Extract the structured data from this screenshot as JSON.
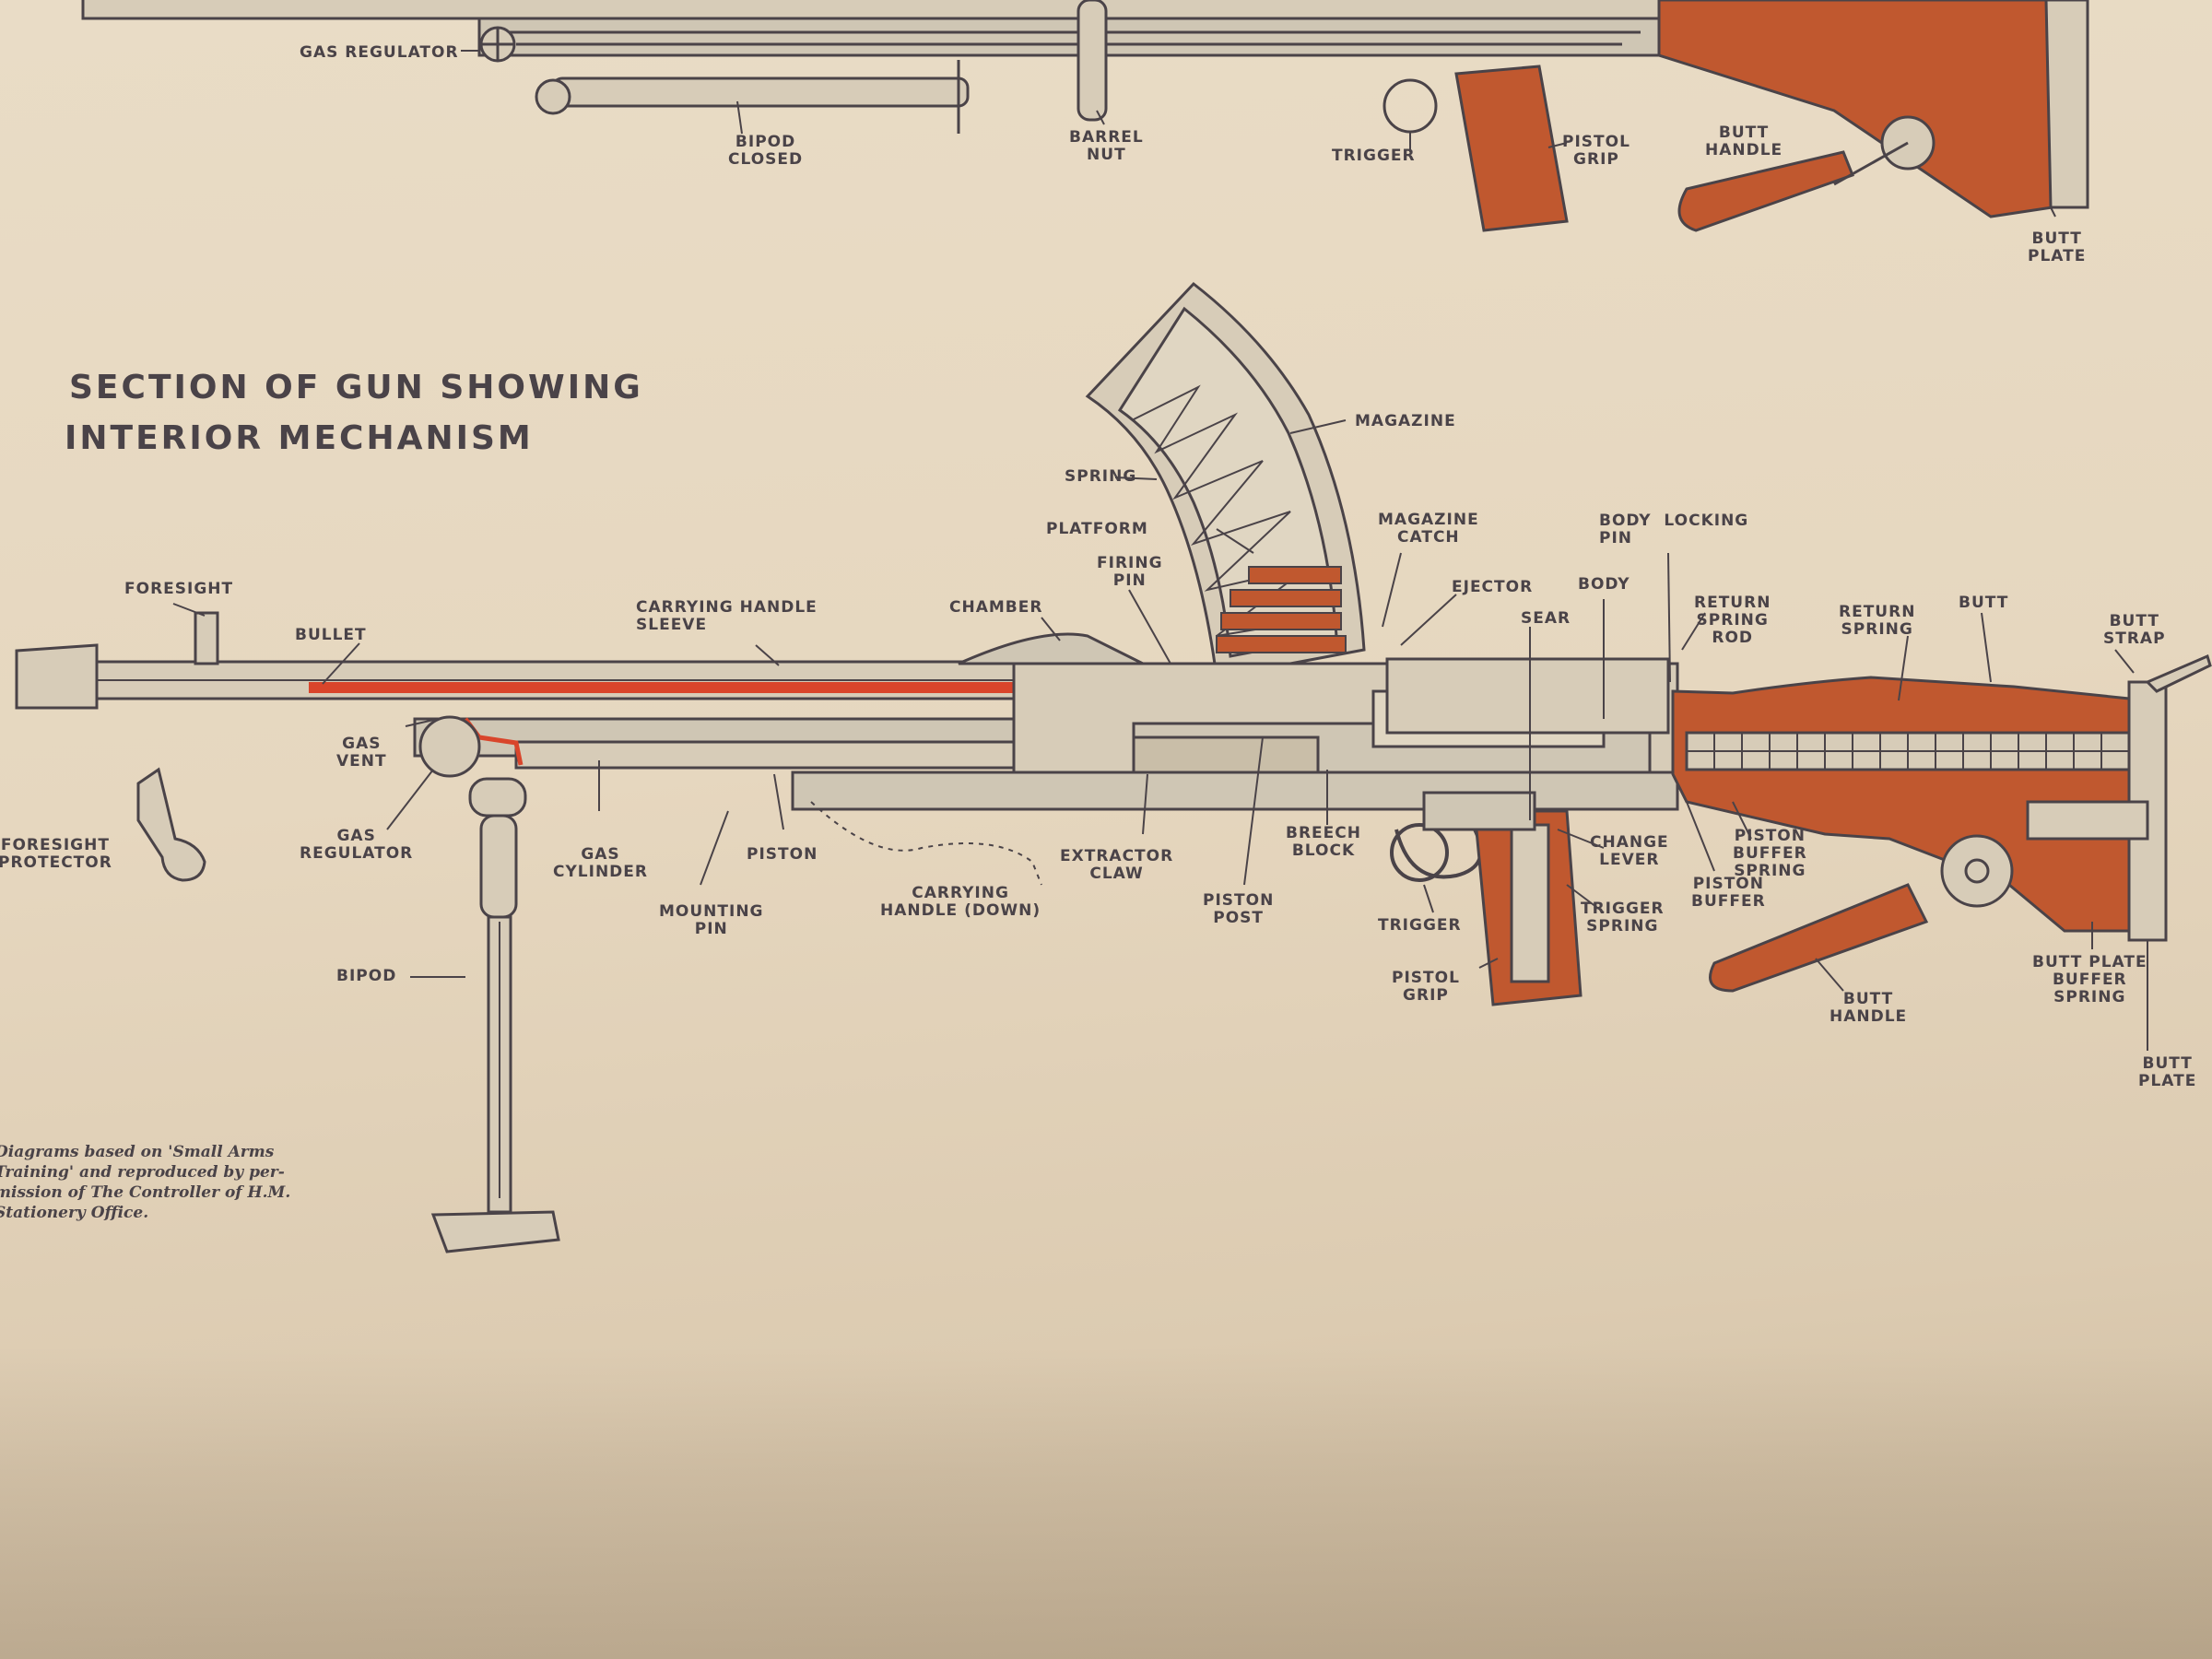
{
  "heading": {
    "line1": "SECTION OF GUN SHOWING",
    "line2": "INTERIOR MECHANISM"
  },
  "credit": {
    "lines": [
      "Diagrams based on 'Small Arms",
      "Training' and reproduced by per-",
      "mission of The Controller of H.M.",
      "Stationery Office."
    ]
  },
  "top_diagram_labels": {
    "gas_regulator": "GAS REGULATOR",
    "bipod_closed": "BIPOD\nCLOSED",
    "barrel_nut": "BARREL\nNUT",
    "trigger": "TRIGGER",
    "pistol_grip": "PISTOL\nGRIP",
    "butt_handle": "BUTT\nHANDLE",
    "butt_plate": "BUTT\nPLATE"
  },
  "section_labels": {
    "foresight": "FORESIGHT",
    "bullet": "BULLET",
    "carrying_handle_sleeve": "CARRYING HANDLE\nSLEEVE",
    "chamber": "CHAMBER",
    "firing_pin": "FIRING\nPIN",
    "platform": "PLATFORM",
    "spring": "SPRING",
    "magazine": "MAGAZINE",
    "magazine_catch": "MAGAZINE\nCATCH",
    "ejector": "EJECTOR",
    "sear": "SEAR",
    "body": "BODY",
    "body_locking_pin": "BODY  LOCKING\nPIN",
    "return_spring_rod": "RETURN\nSPRING\nROD",
    "return_spring": "RETURN\nSPRING",
    "butt": "BUTT",
    "butt_strap": "BUTT\nSTRAP",
    "gas_vent": "GAS\nVENT",
    "gas_regulator": "GAS\nREGULATOR",
    "foresight_protector": "FORESIGHT\nPROTECTOR",
    "gas_cylinder": "GAS\nCYLINDER",
    "piston": "PISTON",
    "mounting_pin": "MOUNTING\nPIN",
    "carrying_handle_down": "CARRYING\nHANDLE (DOWN)",
    "extractor_claw": "EXTRACTOR\nCLAW",
    "piston_post": "PISTON\nPOST",
    "breech_block": "BREECH\nBLOCK",
    "trigger": "TRIGGER",
    "pistol_grip": "PISTOL\nGRIP",
    "change_lever": "CHANGE\nLEVER",
    "trigger_spring": "TRIGGER\nSPRING",
    "piston_buffer": "PISTON\nBUFFER",
    "piston_buffer_spring": "PISTON\nBUFFER\nSPRING",
    "butt_handle": "BUTT\nHANDLE",
    "butt_plate_buffer_spring": "BUTT PLATE\nBUFFER\nSPRING",
    "butt_plate": "BUTT\nPLATE",
    "bipod": "BIPOD"
  },
  "colors": {
    "paper": "#e6d7bf",
    "ink": "#4a4348",
    "wood": "#c0582f",
    "wood_dark": "#8e3a1c",
    "bullet_red": "#d9452b",
    "metal": "#cfc6b4"
  }
}
